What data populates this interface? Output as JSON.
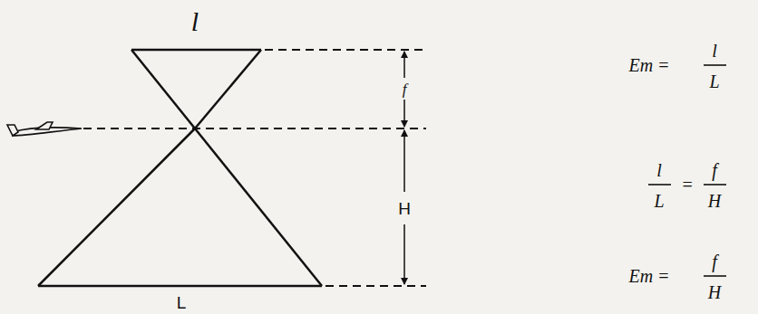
{
  "diagram": {
    "labels": [
      "l",
      "f",
      "H",
      "L",
      "Em =",
      "l",
      "L",
      "l",
      "L",
      "=",
      "f",
      "H",
      "Em =",
      "f",
      "H"
    ]
  }
}
